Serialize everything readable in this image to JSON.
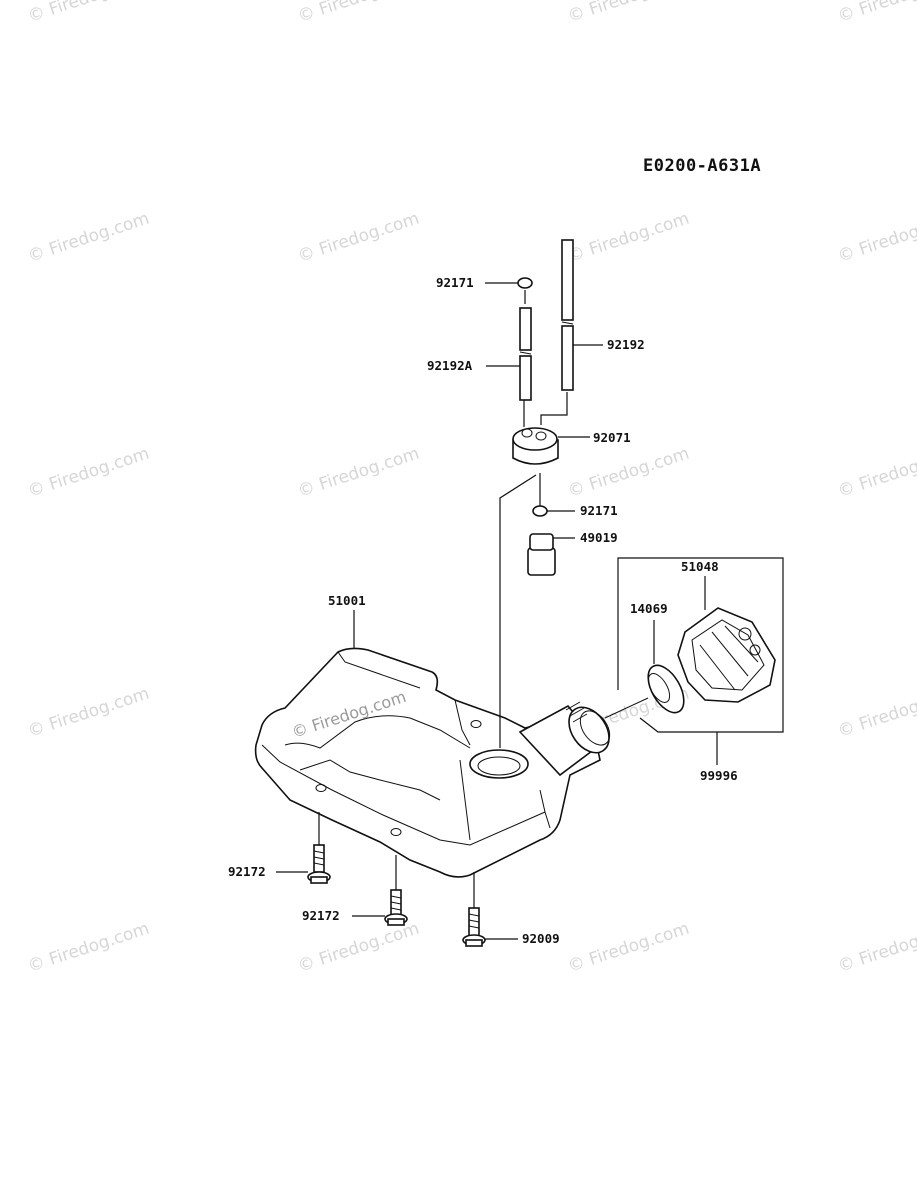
{
  "diagram_code": "E0200-A631A",
  "watermark": "© Firedog.com",
  "part_numbers": {
    "washer_top": "92171",
    "tube_short": "92192A",
    "tube_long": "92192",
    "grommet": "92071",
    "washer_bottom": "92171",
    "filter": "49019",
    "cap_assy_part": "51048",
    "cap_gasket": "14069",
    "cap_assy_set": "99996",
    "fuel_tank": "51001",
    "bolt_left": "92172",
    "bolt_middle": "92172",
    "bolt_right": "92009"
  }
}
